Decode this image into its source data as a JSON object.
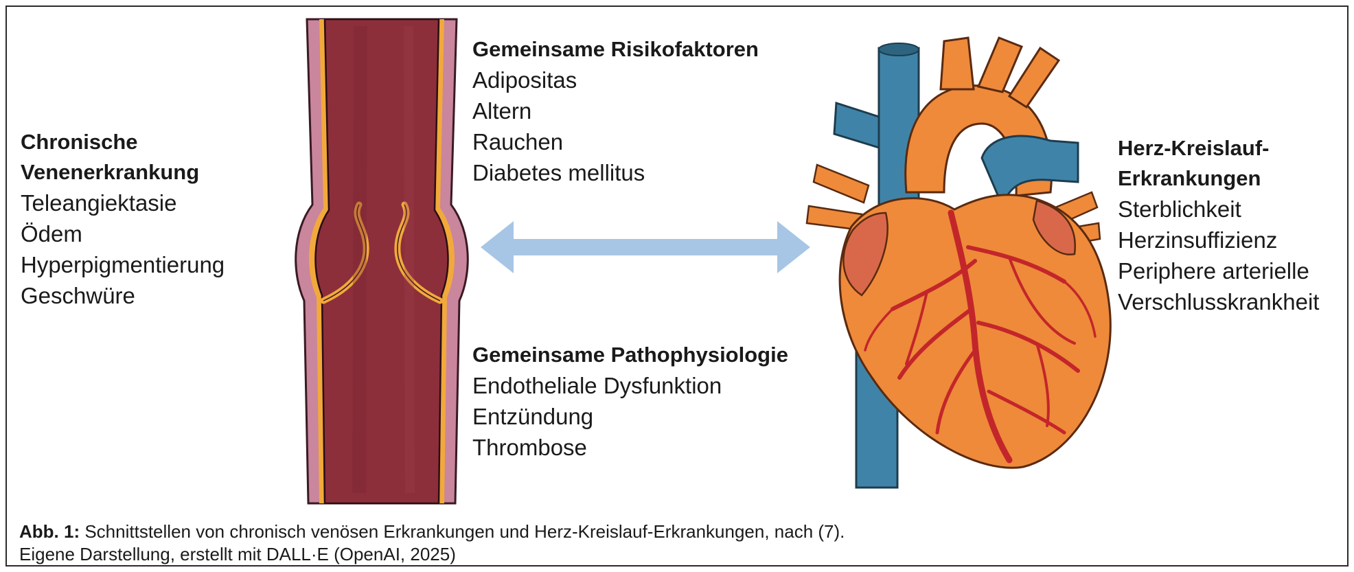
{
  "chronic_venous": {
    "heading": "Chronische Venenerkrankung",
    "items": [
      "Teleangiektasie",
      "Ödem",
      "Hyperpigmentierung",
      "Geschwüre"
    ]
  },
  "risk_factors": {
    "heading": "Gemeinsame Risikofaktoren",
    "items": [
      "Adipositas",
      "Altern",
      "Rauchen",
      "Diabetes mellitus"
    ]
  },
  "pathophysiology": {
    "heading": "Gemeinsame Pathophysiologie",
    "items": [
      "Endotheliale Dysfunktion",
      "Entzündung",
      "Thrombose"
    ]
  },
  "cardiovascular": {
    "heading": "Herz-Kreislauf-Erkrankungen",
    "items": [
      "Sterblichkeit",
      "Herzinsuffizienz",
      "Periphere arterielle Verschlusskrankheit"
    ]
  },
  "caption": {
    "label": "Abb. 1:",
    "line1": "Schnittstellen von chronisch venösen Erkrankungen und Herz-Kreislauf-Erkrankungen, nach (7).",
    "line2": "Eigene Darstellung, erstellt mit DALL·E (OpenAI, 2025)"
  },
  "colors": {
    "vein_lumen": "#8c2f3b",
    "vein_wall": "#c9869d",
    "vein_valve": "#f2a93b",
    "arrow": "#a7c6e5",
    "heart_body": "#ee8a3a",
    "heart_vessels": "#c3262a",
    "heart_blue": "#3f84a8"
  }
}
